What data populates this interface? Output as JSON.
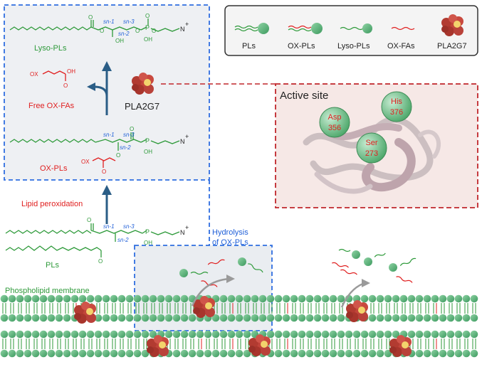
{
  "legend": {
    "items": [
      {
        "label": "PLs",
        "icon": "phospholipid-icon"
      },
      {
        "label": "OX-PLs",
        "icon": "oxidized-phospholipid-icon"
      },
      {
        "label": "Lyso-PLs",
        "icon": "lysophospholipid-icon"
      },
      {
        "label": "OX-FAs",
        "icon": "oxidized-fatty-acid-icon"
      },
      {
        "label": "PLA2G7",
        "icon": "enzyme-icon"
      }
    ]
  },
  "labels": {
    "lyso_pls": "Lyso-PLs",
    "free_ox_fas": "Free OX-FAs",
    "pla2g7": "PLA2G7",
    "ox_pls": "OX-PLs",
    "lipid_peroxidation": "Lipid peroxidation",
    "pls": "PLs",
    "hydrolysis_line1": "Hydrolysis",
    "hydrolysis_line2": "of OX-PLs",
    "membrane": "Phospholipid membrane",
    "active_site": "Active site",
    "ox": "OX",
    "oh": "OH",
    "o": "O",
    "p": "P",
    "n": "N",
    "plus": "+",
    "sn1": "sn-1",
    "sn2": "sn-2",
    "sn3": "sn-3"
  },
  "residues": [
    {
      "name": "His",
      "number": "376"
    },
    {
      "name": "Asp",
      "number": "356"
    },
    {
      "name": "Ser",
      "number": "273"
    }
  ],
  "colors": {
    "green": "#2e9a3a",
    "red": "#e02020",
    "blue": "#1f5fd8",
    "dark_red_dash": "#c0262b",
    "enzyme": "#b83a30",
    "panel_bg": "#eef0f3"
  }
}
